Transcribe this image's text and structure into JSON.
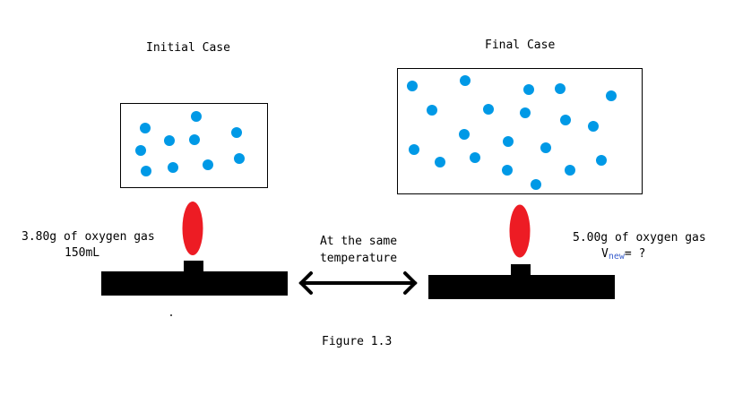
{
  "figure": {
    "caption": "Figure 1.3",
    "middle_label_line1": "At the same",
    "middle_label_line2": "temperature",
    "colors": {
      "particle": "#0099e6",
      "flame": "#ed1c24",
      "burner": "#000000",
      "arrow": "#000000"
    }
  },
  "initial": {
    "title": "Initial Case",
    "mass_label": "3.80g of oxygen gas",
    "volume_label": "150mL",
    "particle_count": 10
  },
  "final": {
    "title": "Final Case",
    "mass_label": "5.00g of oxygen gas",
    "volume_symbol": "V",
    "volume_subscript": "new",
    "volume_value": "= ?",
    "particle_count": 20
  }
}
